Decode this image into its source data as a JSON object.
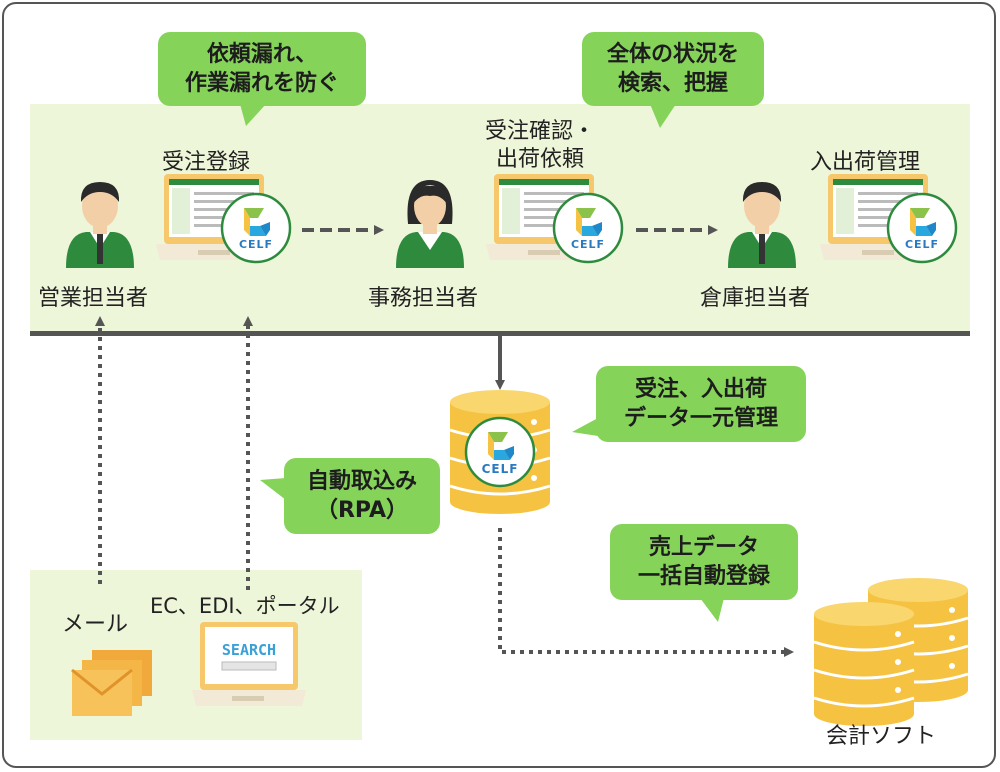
{
  "bubbles": {
    "prevent_omission": [
      "依頼漏れ、",
      "作業漏れを防ぐ"
    ],
    "search_status": [
      "全体の状況を",
      "検索、把握"
    ],
    "centralized_data": [
      "受注、入出荷",
      "データ一元管理"
    ],
    "auto_import": [
      "自動取込み",
      "（RPA）"
    ],
    "auto_sales_register": [
      "売上データ",
      "一括自動登録"
    ]
  },
  "roles": {
    "sales": "営業担当者",
    "office": "事務担当者",
    "warehouse": "倉庫担当者"
  },
  "tasks": {
    "order_entry": "受注登録",
    "order_confirm": [
      "受注確認・",
      "出荷依頼"
    ],
    "shipping_mgmt": "入出荷管理"
  },
  "sources": {
    "mail": "メール",
    "portal": "EC、EDI、ポータル",
    "search_word": "SEARCH"
  },
  "accounting": "会計ソフト",
  "brand": "CELF",
  "colors": {
    "panel": "#eef6d9",
    "bubble": "#86d35a",
    "suit": "#2e8b3e",
    "laptop": "#f7c76b",
    "db": "#f5c242",
    "arrow": "#555555"
  }
}
